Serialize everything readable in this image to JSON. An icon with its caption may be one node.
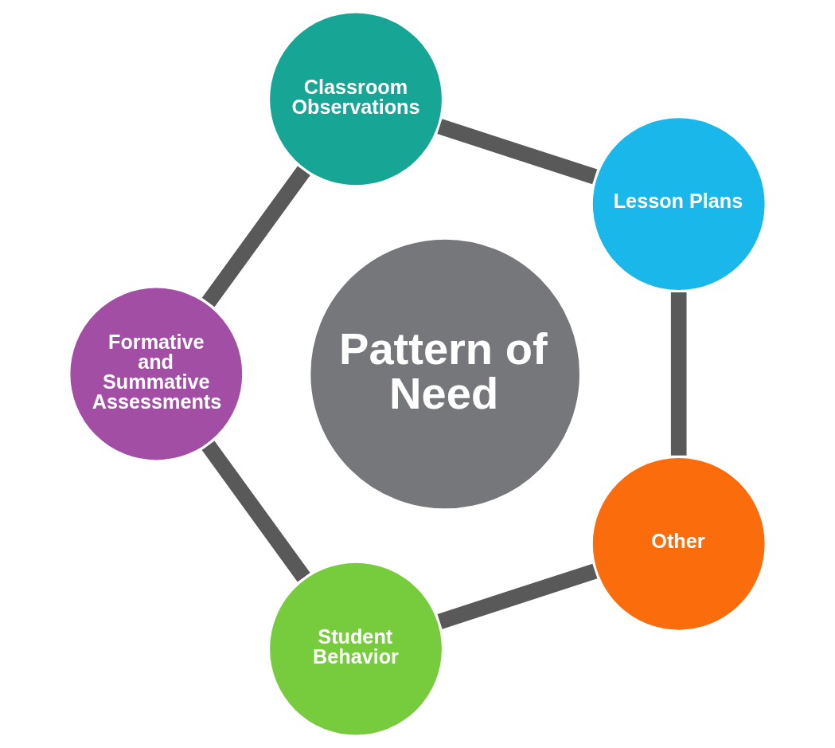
{
  "diagram": {
    "nodes": [
      {
        "text": [
          "Pattern of Need"
        ]
      },
      {
        "text": [
          "Lesson Plans"
        ]
      },
      {
        "text": [
          "Classroom Observations"
        ]
      },
      {
        "text": [
          "Formative and Summative Assessments"
        ]
      },
      {
        "text": [
          "Student Behavior"
        ]
      },
      {
        "text": [
          "Other"
        ]
      }
    ],
    "edges": [
      {
        "from": 1,
        "to": 2,
        "arrow": "none"
      },
      {
        "from": 2,
        "to": 3,
        "arrow": "none"
      },
      {
        "from": 3,
        "to": 4,
        "arrow": "none"
      },
      {
        "from": 4,
        "to": 5,
        "arrow": "none"
      },
      {
        "from": 5,
        "to": 1,
        "arrow": "none"
      }
    ]
  }
}
